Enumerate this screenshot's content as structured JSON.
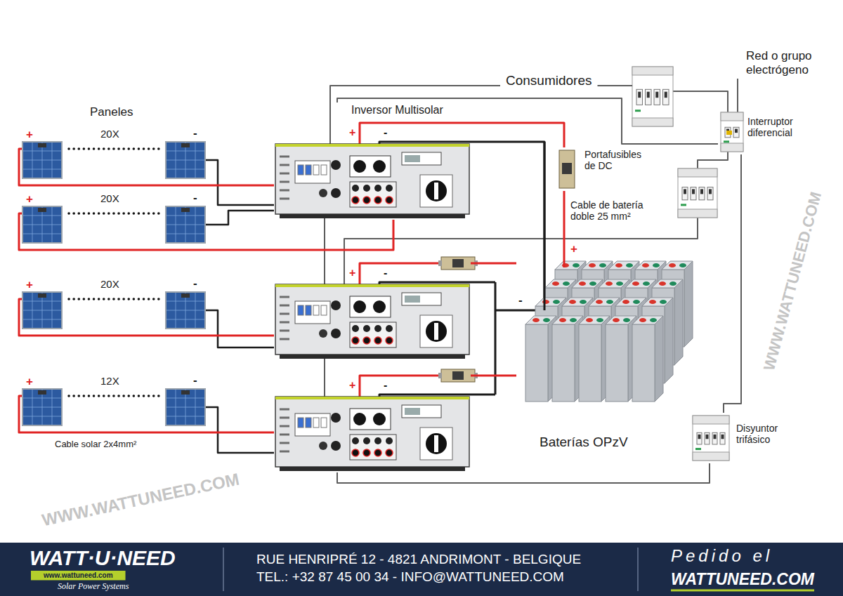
{
  "diagram": {
    "nodes": [
      {
        "text": [
          "+",
          "20X",
          "-"
        ]
      },
      {
        "text": [
          "+",
          "20X",
          "-"
        ]
      },
      {
        "text": [
          "+",
          "20X",
          "-"
        ]
      },
      {
        "text": [
          "+",
          "12X",
          "-"
        ]
      },
      {
        "text": [
          "Inversor Multisolar",
          "+",
          "-"
        ]
      },
      {
        "text": [
          "+",
          "-"
        ]
      },
      {
        "text": [
          "+",
          "-"
        ]
      },
      {
        "text": [
          "Portafusibles de DC"
        ]
      },
      {
        "text": [
          "+",
          "-",
          "Baterías OPzV"
        ]
      },
      {
        "text": [
          "Interruptor diferencial"
        ]
      },
      {
        "text": [
          "Disyuntor trifásico"
        ]
      }
    ],
    "edges": [
      {
        "from": 0,
        "to": 4,
        "arrow": "none"
      },
      {
        "from": 1,
        "to": 4,
        "arrow": "none"
      },
      {
        "from": 2,
        "to": 5,
        "arrow": "none"
      },
      {
        "from": 3,
        "to": 6,
        "arrow": "none"
      },
      {
        "from": 4,
        "to": 7,
        "arrow": "none"
      },
      {
        "from": 7,
        "to": 8,
        "arrow": "none"
      },
      {
        "from": 5,
        "to": 8,
        "arrow": "none"
      },
      {
        "from": 6,
        "to": 8,
        "arrow": "none"
      },
      {
        "from": 4,
        "to": 9,
        "arrow": "none"
      },
      {
        "from": 9,
        "to": 10,
        "arrow": "none"
      },
      {
        "from": 6,
        "to": 10,
        "arrow": "none"
      }
    ],
    "labels": [
      "Paneles",
      "Consumidores",
      "Red o grupo electrógeno",
      "Cable de batería doble 25 mm²",
      "Cable solar 2x4mm²",
      "WWW.WATTUNEED.COM",
      "WWW.WATTUNEED.COM",
      "WATT·U·NEED",
      "www.wattuneed.com",
      "Solar Power Systems",
      "RUE HENRIPRÉ 12 - 4821 ANDRIMONT - BELGIQUE",
      "TEL.: +32 87 45 00 34 - INFO@WATTUNEED.COM",
      "Pedido el",
      "WATTUNEED.COM"
    ]
  }
}
